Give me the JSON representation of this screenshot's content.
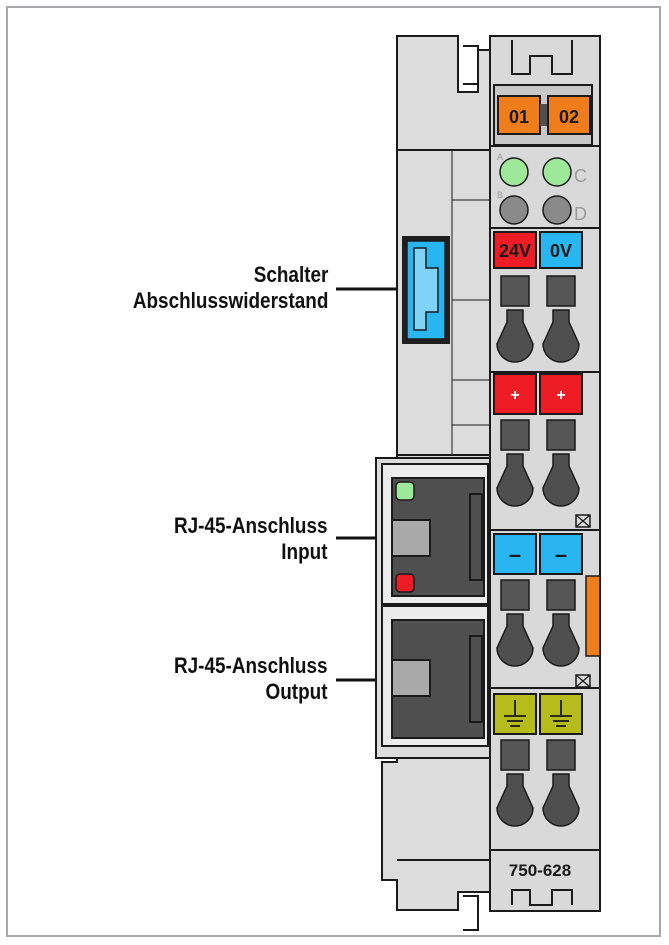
{
  "labels": {
    "schalter": {
      "line1": "Schalter",
      "line2": "Abschlusswiderstand"
    },
    "rj45_input": {
      "line1": "RJ-45-Anschluss",
      "line2": "Input"
    },
    "rj45_output": {
      "line1": "RJ-45-Anschluss",
      "line2": "Output"
    }
  },
  "module": {
    "part_number": "750-628",
    "channel_tags": [
      "01",
      "02"
    ],
    "led_letters": {
      "a": "A",
      "b": "B",
      "c": "C",
      "d": "D"
    },
    "power_labels": [
      "24V",
      "0V"
    ],
    "plus_labels": [
      "+",
      "+"
    ],
    "minus_labels": [
      "–",
      "–"
    ]
  },
  "colors": {
    "orange": "#f07d1c",
    "red": "#ee1c24",
    "blue": "#29b6f0",
    "green_led": "#9ee89a",
    "ground": "#b5bc1c",
    "housing": "#dcdcdc",
    "dark": "#4f4f4f"
  }
}
